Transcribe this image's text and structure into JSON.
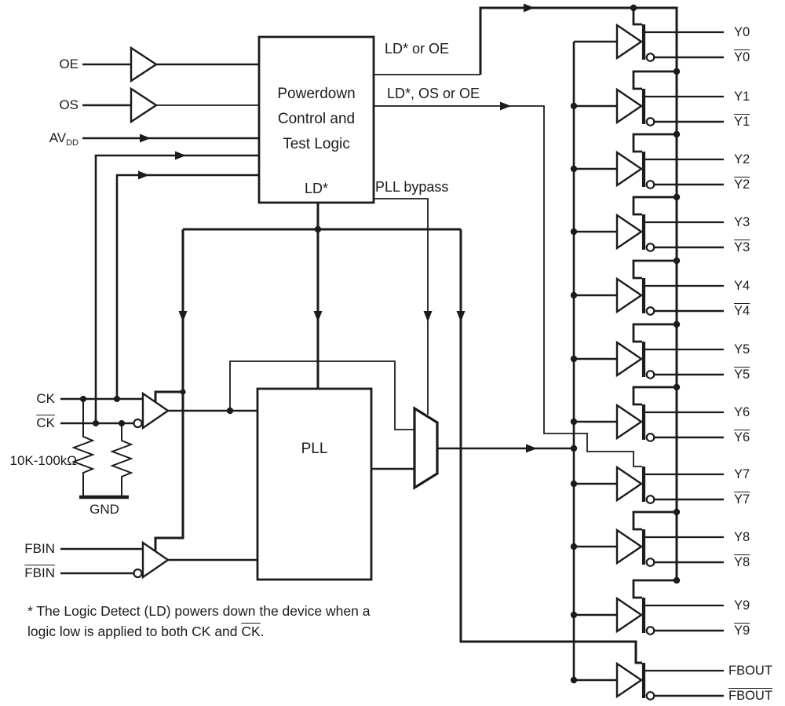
{
  "figure": {
    "type": "functional-block-diagram",
    "subject": "PLL clock driver"
  },
  "colors": {
    "ink": "#1b1b1b",
    "background": "#ffffff"
  },
  "pins": {
    "oe": "OE",
    "os": "OS",
    "avdd_base": "AV",
    "avdd_sub": "DD",
    "ck": "CK",
    "ck_bar": "CK",
    "pulldown_value": "10K-100kΩ",
    "gnd": "GND",
    "fbin": "FBIN",
    "fbin_bar": "FBIN"
  },
  "blocks": {
    "powerdown": [
      "Powerdown",
      "Control and",
      "Test Logic"
    ],
    "ld_pin": "LD*",
    "pll": "PLL"
  },
  "nets": {
    "ld_or_oe": "LD* or OE",
    "ld_os_or_oe": "LD*, OS or OE",
    "pll_bypass": "PLL bypass"
  },
  "outputs": [
    {
      "label": "Y0"
    },
    {
      "label": "Y1"
    },
    {
      "label": "Y2"
    },
    {
      "label": "Y3"
    },
    {
      "label": "Y4"
    },
    {
      "label": "Y5"
    },
    {
      "label": "Y6"
    },
    {
      "label": "Y7"
    },
    {
      "label": "Y8"
    },
    {
      "label": "Y9"
    },
    {
      "label": "FBOUT"
    }
  ],
  "footnote": {
    "line1": "* The Logic Detect (LD) powers down the device when a",
    "line2_before": "logic low is applied to both CK and ",
    "line2_overlined": "CK",
    "line2_after": "."
  }
}
